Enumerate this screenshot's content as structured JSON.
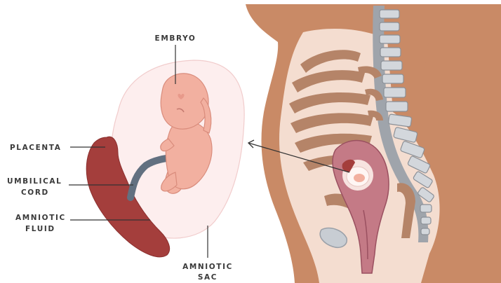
{
  "labels": {
    "embryo": "EMBRYO",
    "placenta": "PLACENTA",
    "umbilical_cord_line1": "UMBILICAL",
    "umbilical_cord_line2": "CORD",
    "amniotic_fluid_line1": "AMNIOTIC",
    "amniotic_fluid_line2": "FLUID",
    "amniotic_sac_line1": "AMNIOTIC",
    "amniotic_sac_line2": "SAC"
  },
  "colors": {
    "body_skin": "#c98a66",
    "body_interior": "#f4ddd0",
    "intestine": "#b58468",
    "spine": "#9fa4ab",
    "spine_light": "#d3d7dc",
    "uterus": "#c47a86",
    "placenta": "#a43e3c",
    "embryo": "#f2b0a0",
    "amniotic_sac": "#fdeeee",
    "cord": "#627080",
    "label_text": "#3a3a3a"
  }
}
